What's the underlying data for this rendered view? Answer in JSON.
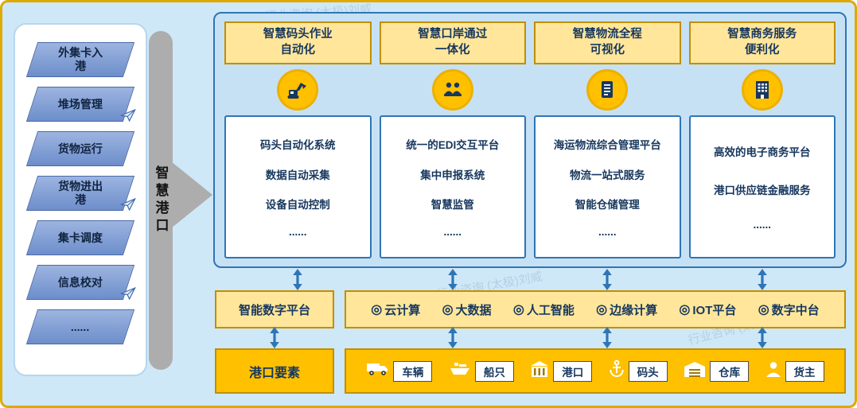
{
  "watermark": {
    "text": "行业咨询 (太极)刘威"
  },
  "bracket": {
    "label": "智慧港口"
  },
  "left_panel": {
    "items": [
      {
        "label": "外集卡入港"
      },
      {
        "label": "堆场管理",
        "icon": "paper-plane-icon"
      },
      {
        "label": "货物运行"
      },
      {
        "label": "货物进出港",
        "icon": "paper-plane-icon"
      },
      {
        "label": "集卡调度"
      },
      {
        "label": "信息校对",
        "icon": "paper-plane-icon"
      },
      {
        "label": "......"
      }
    ]
  },
  "pillars": [
    {
      "title_line1": "智慧码头作业",
      "title_line2": "自动化",
      "icon": "excavator-icon",
      "items": [
        "码头自动化系统",
        "数据自动采集",
        "设备自动控制",
        "......"
      ]
    },
    {
      "title_line1": "智慧口岸通过",
      "title_line2": "一体化",
      "icon": "customs-staff-icon",
      "items": [
        "统一的EDI交互平台",
        "集中申报系统",
        "智慧监管",
        "......"
      ]
    },
    {
      "title_line1": "智慧物流全程",
      "title_line2": "可视化",
      "icon": "logistics-document-icon",
      "items": [
        "海运物流综合管理平台",
        "物流一站式服务",
        "智能仓储管理",
        "......"
      ]
    },
    {
      "title_line1": "智慧商务服务",
      "title_line2": "便利化",
      "icon": "commerce-building-icon",
      "items": [
        "高效的电子商务平台",
        "港口供应链金融服务",
        "......"
      ]
    }
  ],
  "platform_row": {
    "left_label": "智能数字平台",
    "bullet_char": "◎",
    "items": [
      {
        "label": "云计算"
      },
      {
        "label": "大数据"
      },
      {
        "label": "人工智能"
      },
      {
        "label": "边缘计算"
      },
      {
        "label": "IOT平台"
      },
      {
        "label": "数字中台"
      }
    ]
  },
  "elements_row": {
    "left_label": "港口要素",
    "items": [
      {
        "label": "车辆",
        "icon": "truck-icon"
      },
      {
        "label": "船只",
        "icon": "ship-icon"
      },
      {
        "label": "港口",
        "icon": "port-building-icon"
      },
      {
        "label": "码头",
        "icon": "anchor-icon"
      },
      {
        "label": "仓库",
        "icon": "warehouse-icon"
      },
      {
        "label": "货主",
        "icon": "cargo-owner-icon"
      }
    ]
  }
}
